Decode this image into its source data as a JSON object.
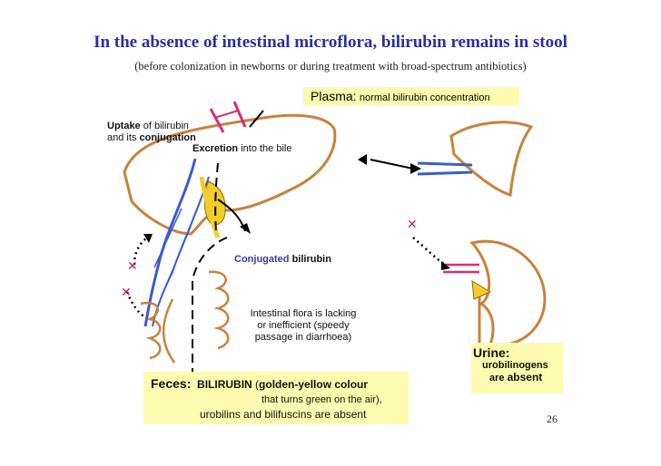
{
  "title": "In the absence of intestinal microflora, bilirubin remains in stool",
  "subtitle": "(before colonization in newborns or during treatment with broad-spectrum antibiotics)",
  "plasma": {
    "label": "Plasma:",
    "text": "normal bilirubin concentration"
  },
  "uptake": {
    "word": "Uptake",
    "rest": "of bilirubin",
    "line2_prefix": "and its",
    "line2_word": "conjugation"
  },
  "excretion": {
    "word": "Excretion",
    "rest": "into the bile"
  },
  "conjugated": {
    "word": "Conjugated",
    "rest": "bilirubin"
  },
  "flora": {
    "line1": "Intestinal flora is lacking",
    "line2": "or inefficient (speedy",
    "line3": "passage in diarrhoea)"
  },
  "feces": {
    "label": "Feces:",
    "main": "BILIRUBIN",
    "paren_open": "(",
    "bold_desc": "golden-yellow colour",
    "line2": "that turns green on the air),",
    "line3": "urobilins and bilifuscins are absent"
  },
  "urine": {
    "label": "Urine:",
    "line1": "urobilinogens",
    "line2_prefix": "are",
    "line2_word": "absent"
  },
  "page_number": "26",
  "colors": {
    "title": "#2b2fa0",
    "callout_bg": "#fdfbb0",
    "organ_outline": "#c8823c",
    "vessel_blue": "#3a5bd0",
    "vessel_pink": "#d0307a",
    "bile_yellow": "#f2cc2a",
    "x_mark": "#b0207a"
  }
}
